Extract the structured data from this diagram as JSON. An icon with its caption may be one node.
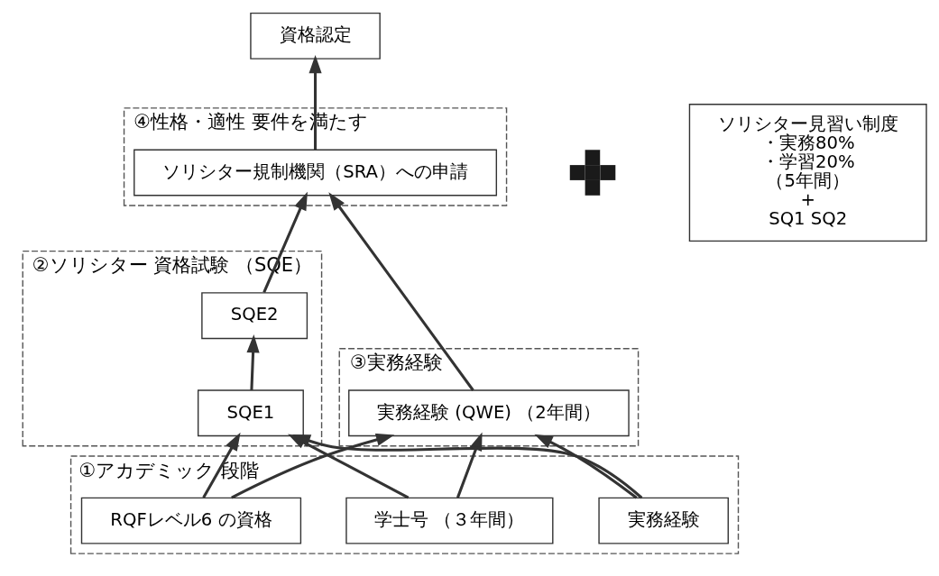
{
  "diagram": {
    "nodes": [
      {
        "text": [
          "資格認定"
        ]
      },
      {
        "text": [
          "④性格・適性 要件を満たす"
        ]
      },
      {
        "text": [
          "ソリシター規制機関（SRA）への申請"
        ],
        "in": 1
      },
      {
        "text": [
          "②ソリシター 資格試験 （SQE）"
        ]
      },
      {
        "text": [
          "SQE2"
        ],
        "in": 3
      },
      {
        "text": [
          "SQE1"
        ],
        "in": 3
      },
      {
        "text": [],
        "shape": "plus"
      },
      {
        "text": [
          "③実務経験"
        ]
      },
      {
        "text": [
          "実務経験 (QWE) （2年間）"
        ],
        "in": 7
      },
      {
        "text": [
          "ソリシター見習い制度",
          "・実務80%",
          "・学習20%",
          "（5年間）",
          "+",
          "SQ1 SQ2"
        ]
      },
      {
        "text": [
          "①アカデミック 段階"
        ]
      },
      {
        "text": [
          "学士号 （３年間）"
        ],
        "in": 10
      },
      {
        "text": [
          "RQFレベル6 の資格"
        ],
        "in": 10
      },
      {
        "text": [
          "実務経験"
        ],
        "in": 10
      }
    ],
    "edges": [
      {
        "from": 2,
        "to": 0,
        "arrow": "to"
      },
      {
        "from": 4,
        "to": 2,
        "arrow": "to"
      },
      {
        "from": 8,
        "to": 2,
        "arrow": "to"
      },
      {
        "from": 5,
        "to": 4,
        "arrow": "to"
      },
      {
        "from": 11,
        "to": 5,
        "arrow": "to"
      },
      {
        "from": 11,
        "to": 8,
        "arrow": "to"
      },
      {
        "from": 12,
        "to": 5,
        "arrow": "to"
      },
      {
        "from": 12,
        "to": 8,
        "arrow": "to"
      },
      {
        "from": 13,
        "to": 5,
        "arrow": "to"
      },
      {
        "from": 13,
        "to": 8,
        "arrow": "to"
      }
    ]
  }
}
